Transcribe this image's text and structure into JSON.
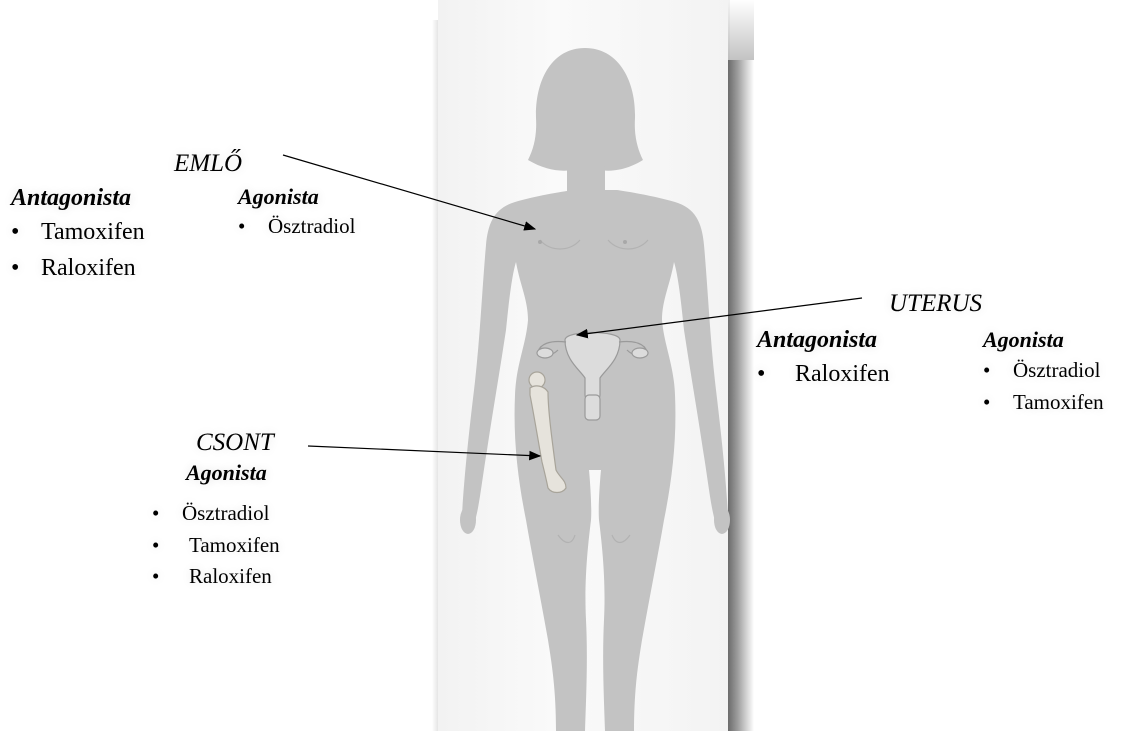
{
  "breast": {
    "organ": "EMLŐ",
    "antagonist_heading": "Antagonista",
    "antagonists": [
      "Tamoxifen",
      "Raloxifen"
    ],
    "agonist_heading": "Agonista",
    "agonists": [
      "Ösztradiol"
    ]
  },
  "uterus": {
    "organ": "UTERUS",
    "antagonist_heading": "Antagonista",
    "antagonists": [
      "Raloxifen"
    ],
    "agonist_heading": "Agonista",
    "agonists": [
      "Ösztradiol",
      "Tamoxifen"
    ]
  },
  "bone": {
    "organ": "CSONT",
    "agonist_heading": "Agonista",
    "agonists": [
      "Ösztradiol",
      "Tamoxifen",
      "Raloxifen"
    ]
  },
  "colors": {
    "silhouette": "#c3c3c3",
    "panel": "#f4f4f4",
    "arrow": "#000000",
    "uterus_drawing": "#dcdcdc",
    "bone_drawing": "#e6e3dc"
  },
  "icons": {
    "bullet": "•",
    "body": "female-body-silhouette",
    "uterus": "uterus-illustration",
    "bone": "femur-illustration"
  }
}
